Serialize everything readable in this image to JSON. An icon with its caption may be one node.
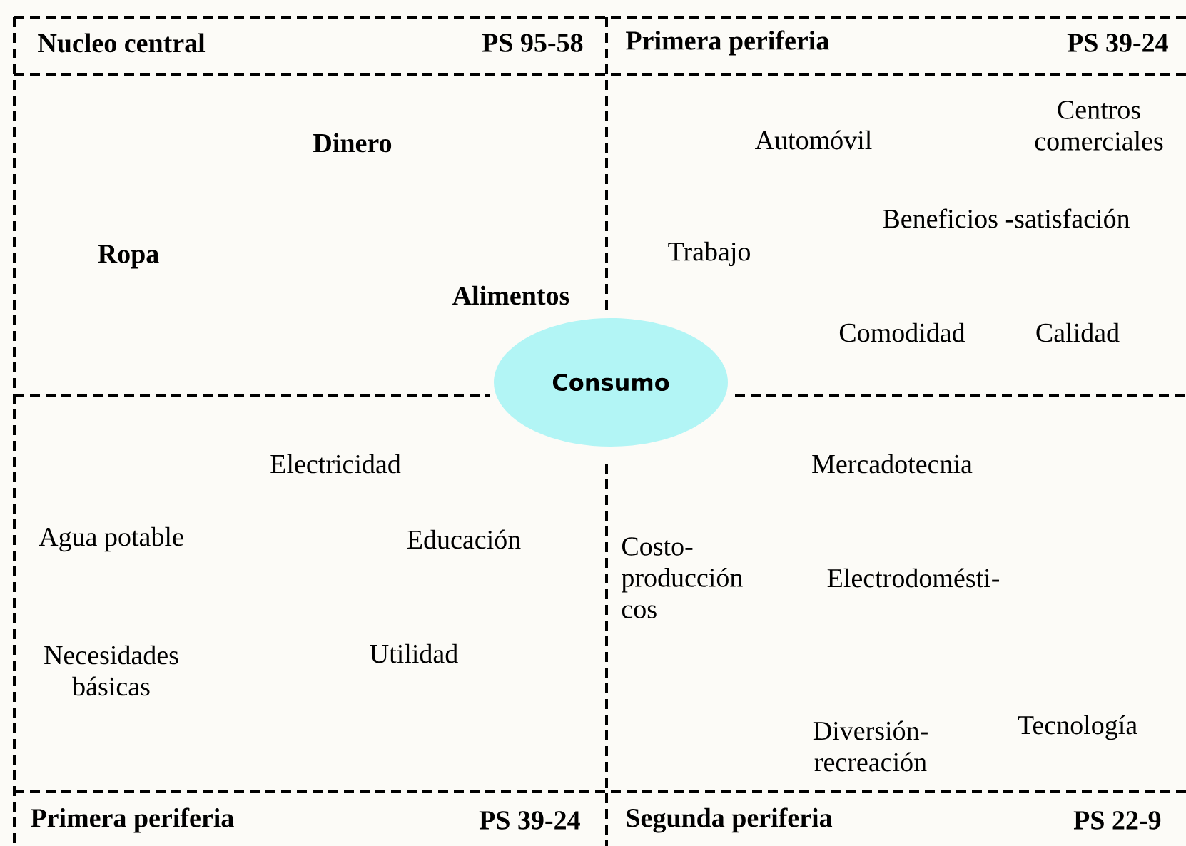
{
  "diagram": {
    "nodes": [
      {
        "text": [
          "Consumo"
        ]
      }
    ],
    "labels": [
      "Nucleo central",
      "PS 95-58",
      "Primera periferia",
      "PS 39-24",
      "Centros comerciales",
      "Dinero",
      "Automóvil",
      "Beneficios -satisfación",
      "Ropa",
      "Trabajo",
      "Alimentos",
      "Comodidad",
      "Calidad",
      "Electricidad",
      "Mercadotecnia",
      "Agua potable",
      "Educación",
      "Costo- producción cos",
      "Electrodomésti-",
      "Necesidades básicas",
      "Utilidad",
      "Diversión- recreación",
      "Tecnología",
      "Primera periferia",
      "PS 39-24",
      "Segunda periferia",
      "PS 22-9"
    ]
  }
}
